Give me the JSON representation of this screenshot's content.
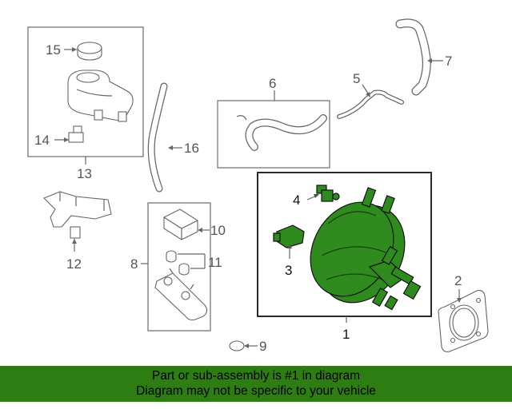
{
  "callouts": {
    "c1": "1",
    "c2": "2",
    "c3": "3",
    "c4": "4",
    "c5": "5",
    "c6": "6",
    "c7": "7",
    "c8": "8",
    "c9": "9",
    "c10": "10",
    "c11": "11",
    "c12": "12",
    "c13": "13",
    "c14": "14",
    "c15": "15",
    "c16": "16"
  },
  "banner": {
    "line1": "Part or sub-assembly is #1 in diagram",
    "line2": "Diagram may not be specific to your vehicle"
  },
  "colors": {
    "highlight": "#2f8b1e",
    "banner": "#2e7d13"
  }
}
